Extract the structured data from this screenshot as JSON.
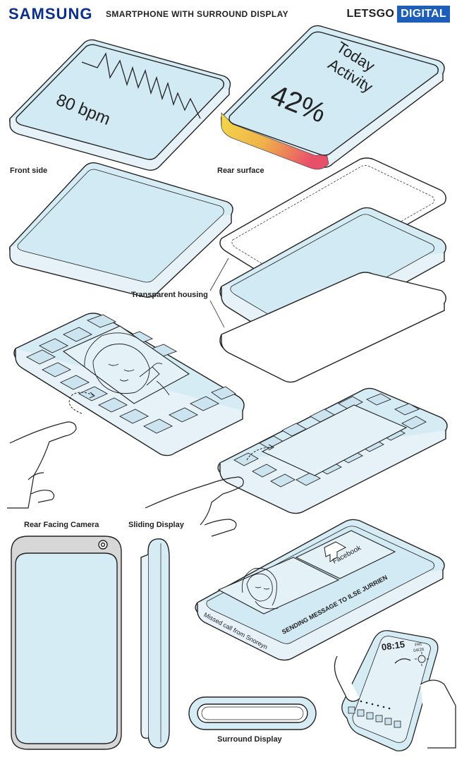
{
  "header": {
    "brand": "SAMSUNG",
    "title": "SMARTPHONE WITH SURROUND DISPLAY",
    "logo_left": "LETSGO",
    "logo_right": "DIGITAL"
  },
  "screens": {
    "heart_rate": "80 bpm",
    "activity_title_1": "Today",
    "activity_title_2": "Activity",
    "activity_value": "42%",
    "message_tile": "Facebook",
    "message_text": "SENDING MESSAGE TO ILSE JURRIEN",
    "missed_call": "Missed call from Snoreyn",
    "clock_time": "08:15",
    "clock_day": "FRI",
    "clock_date": "04/26"
  },
  "labels": {
    "front_side": "Front side",
    "rear_surface": "Rear surface",
    "transparent_housing": "Transparent housing",
    "rear_camera": "Rear Facing Camera",
    "sliding_display": "Sliding Display",
    "surround_display": "Surround Display"
  },
  "colors": {
    "screen_blue": "#d6ecf5",
    "outline": "#222222",
    "edge_gradient_start": "#f2d84a",
    "edge_gradient_end": "#e8506a",
    "camera_bar": "#d7d7d7",
    "brand_blue": "#0b2f8a",
    "logo_blue": "#1d5fb8"
  }
}
